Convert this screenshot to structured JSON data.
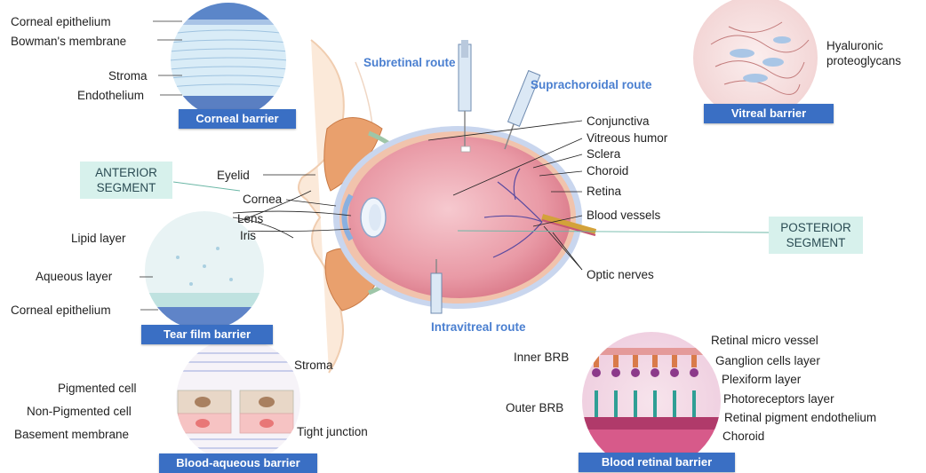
{
  "corneal": {
    "labels": [
      "Corneal epithelium",
      "Bowman's membrane",
      "Stroma",
      "Endothelium"
    ],
    "badge": "Corneal barrier"
  },
  "vitreal": {
    "label_line1": "Hyaluronic",
    "label_line2": "proteoglycans",
    "badge": "Vitreal barrier"
  },
  "routes": {
    "subretinal": "Subretinal route",
    "suprachoroidal": "Suprachoroidal route",
    "intravitreal": "Intravitreal route"
  },
  "segments": {
    "anterior_line1": "ANTERIOR",
    "anterior_line2": "SEGMENT",
    "posterior_line1": "POSTERIOR",
    "posterior_line2": "SEGMENT"
  },
  "eye_left_labels": {
    "eyelid": "Eyelid",
    "cornea": "Cornea",
    "lens": "Lens",
    "iris": "Iris"
  },
  "eye_right_labels": {
    "conjunctiva": "Conjunctiva",
    "vitreous": "Vitreous humor",
    "sclera": "Sclera",
    "choroid": "Choroid",
    "retina": "Retina",
    "vessels": "Blood vessels",
    "optic": "Optic nerves"
  },
  "tear_film": {
    "lipid": "Lipid layer",
    "aqueous": "Aqueous layer",
    "epithelium": "Corneal epithelium",
    "badge": "Tear film barrier"
  },
  "blood_aqueous": {
    "stroma": "Stroma",
    "pigmented": "Pigmented cell",
    "non_pigmented": "Non-Pigmented cell",
    "basement": "Basement membrane",
    "tight": "Tight junction",
    "badge": "Blood-aqueous barrier"
  },
  "blood_retinal": {
    "inner_brb": "Inner BRB",
    "outer_brb": "Outer BRB",
    "micro_vessel": "Retinal micro vessel",
    "ganglion": "Ganglion cells layer",
    "plexiform": "Plexiform layer",
    "photoreceptors": "Photoreceptors layer",
    "rpe": "Retinal pigment endothelium",
    "choroid": "Choroid",
    "badge": "Blood retinal barrier"
  }
}
